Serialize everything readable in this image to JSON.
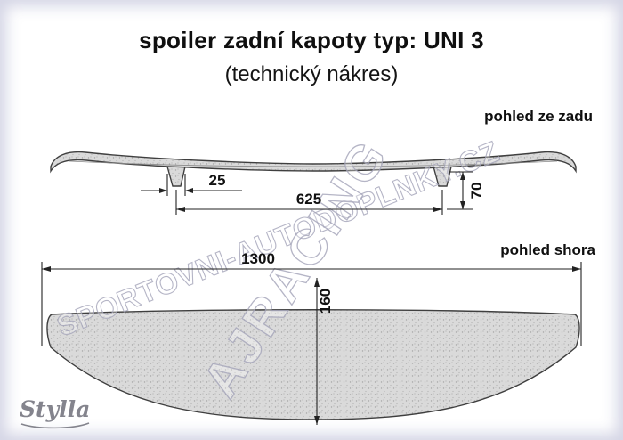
{
  "header": {
    "title": "spoiler zadní kapoty typ: UNI 3",
    "subtitle": "(technický nákres)"
  },
  "views": {
    "rear_label": "pohled ze zadu",
    "top_label": "pohled shora"
  },
  "dimensions": {
    "foot_width": "25",
    "mount_spacing": "625",
    "height": "70",
    "total_width": "1300",
    "depth": "160"
  },
  "watermarks": {
    "site": "SPORTOVNI-AUTODOPLNKY.CZ",
    "brand": "AJRACING"
  },
  "logo_text": "Stylla",
  "colors": {
    "outline": "#3f3f3f",
    "dimension_line": "#222222",
    "fill_speckle_base": "#dadada",
    "watermark": "#a3a3b8",
    "background": "#ffffff",
    "frame": "#d9dae7"
  }
}
